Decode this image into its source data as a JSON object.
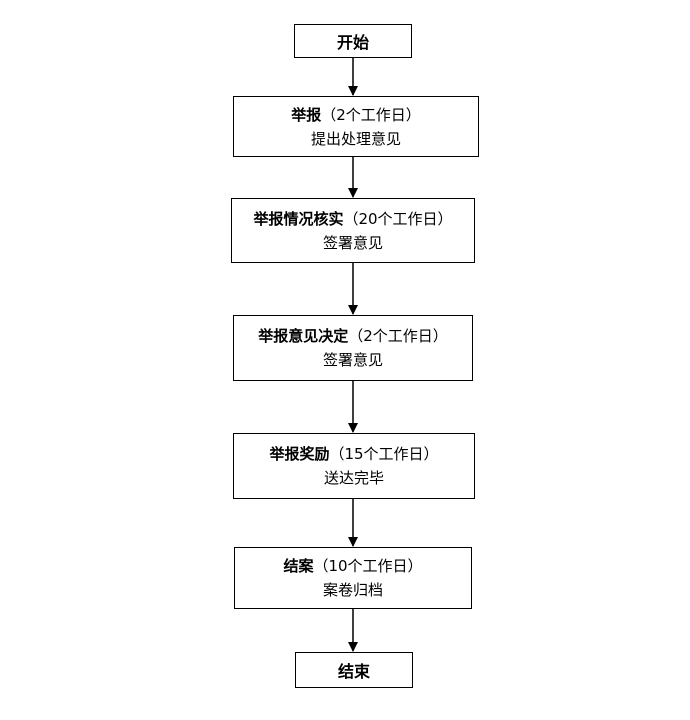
{
  "start": "开始",
  "end": "结束",
  "steps": [
    {
      "title": "举报",
      "duration": "（2个工作日）",
      "action": "提出处理意见"
    },
    {
      "title": "举报情况核实",
      "duration": "（20个工作日）",
      "action": "签署意见"
    },
    {
      "title": "举报意见决定",
      "duration": "（2个工作日）",
      "action": "签署意见"
    },
    {
      "title": "举报奖励",
      "duration": "（15个工作日）",
      "action": "送达完毕"
    },
    {
      "title": "结案",
      "duration": "（10个工作日）",
      "action": "案卷归档"
    }
  ]
}
